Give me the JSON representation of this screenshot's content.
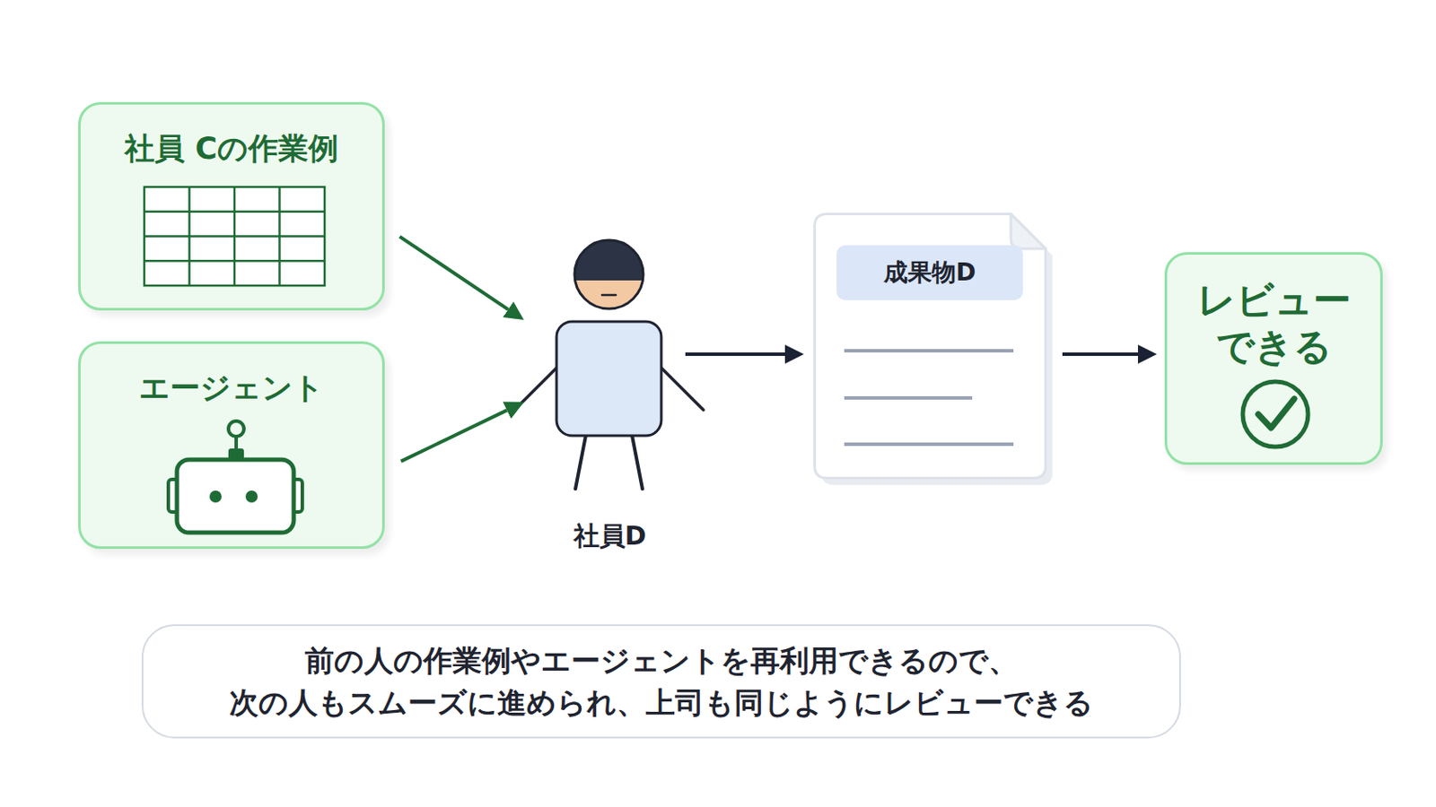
{
  "diagram": {
    "nodes": [
      {
        "text": [
          "社員 Cの作業例"
        ]
      },
      {
        "text": [
          "エージェント"
        ]
      },
      {
        "text": [
          "社員D"
        ]
      },
      {
        "text": [
          "成果物D"
        ]
      },
      {
        "text": [
          "レビュー できる"
        ]
      },
      {
        "text": [
          "前の人の作業例やエージェントを再利用できるので、 次の人もスムーズに進められ、上司も同じようにレビューできる"
        ]
      }
    ],
    "edges": [
      {
        "from": 0,
        "to": 2,
        "arrow": "to"
      },
      {
        "from": 1,
        "to": 2,
        "arrow": "to"
      },
      {
        "from": 2,
        "to": 3,
        "arrow": "to"
      },
      {
        "from": 3,
        "to": 4,
        "arrow": "to"
      }
    ]
  }
}
